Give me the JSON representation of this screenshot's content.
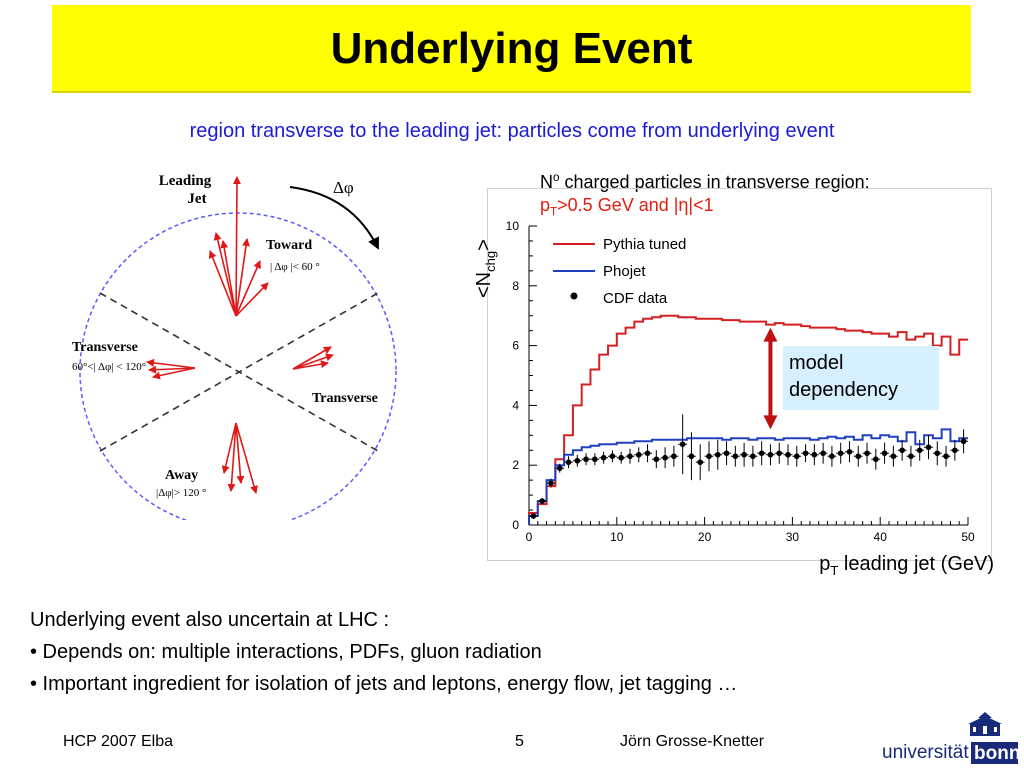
{
  "slide": {
    "title": "Underlying Event",
    "subtitle": "region transverse to the leading jet: particles come from underlying event",
    "bullets_intro": "Underlying event also uncertain at LHC :",
    "bullets": [
      "• Depends on: multiple interactions, PDFs, gluon radiation",
      "• Important ingredient for isolation of jets and leptons, energy flow, jet tagging …"
    ],
    "footer_left": "HCP 2007 Elba",
    "footer_page": "5",
    "footer_author": "Jörn Grosse-Knetter",
    "logo_text_1": "universität",
    "logo_text_2": "bonn"
  },
  "diagram": {
    "leading_jet_line1": "Leading",
    "leading_jet_line2": "Jet",
    "dphi": "Δφ",
    "toward": "Toward",
    "toward_cut": "| Δφ |< 60 °",
    "transverse_left": "Transverse",
    "transverse_left_cut": "60°<| Δφ| < 120°",
    "transverse_right": "Transverse",
    "away": "Away",
    "away_cut": "|Δφ|> 120 °"
  },
  "plot": {
    "title_prefix": "N",
    "title_sup": "o",
    "title_rest": " charged particles in transverse region:",
    "cut_a": "p",
    "cut_sub": "T",
    "cut_b": ">0.5 GeV and |η|<1",
    "ylabel_a": "<N",
    "ylabel_sub": "chg",
    "ylabel_b": ">",
    "xlabel_a": "p",
    "xlabel_sub": "T",
    "xlabel_b": " leading jet (GeV)",
    "annotation": "model dependency"
  },
  "chart_data": {
    "type": "line",
    "xlabel": "pT leading jet (GeV)",
    "ylabel": "<Nchg>",
    "xlim": [
      0,
      50
    ],
    "ylim": [
      0,
      10
    ],
    "xticks": [
      0,
      10,
      20,
      30,
      40,
      50
    ],
    "yticks": [
      0,
      2,
      4,
      6,
      8,
      10
    ],
    "legend": "top-left",
    "bin_width": 1,
    "series": [
      {
        "name": "Pythia tuned",
        "kind": "histogram",
        "color": "#d42020",
        "values": [
          0.4,
          0.7,
          1.3,
          2.2,
          3.0,
          4.0,
          4.7,
          5.2,
          5.7,
          6.0,
          6.4,
          6.6,
          6.8,
          6.9,
          6.95,
          7.0,
          7.0,
          6.95,
          6.95,
          6.9,
          6.9,
          6.9,
          6.85,
          6.85,
          6.8,
          6.8,
          6.8,
          6.7,
          6.75,
          6.7,
          6.7,
          6.65,
          6.6,
          6.6,
          6.6,
          6.55,
          6.5,
          6.5,
          6.45,
          6.4,
          6.4,
          6.3,
          6.45,
          6.2,
          6.3,
          6.4,
          6.0,
          6.3,
          5.7,
          6.2
        ]
      },
      {
        "name": "Phojet",
        "kind": "histogram",
        "color": "#2040c0",
        "values": [
          0.3,
          0.8,
          1.5,
          2.0,
          2.35,
          2.5,
          2.6,
          2.65,
          2.7,
          2.7,
          2.75,
          2.75,
          2.8,
          2.8,
          2.85,
          2.85,
          2.85,
          2.85,
          2.9,
          2.9,
          2.9,
          2.9,
          2.85,
          2.9,
          2.9,
          2.85,
          2.9,
          2.9,
          2.85,
          2.9,
          2.9,
          2.9,
          2.85,
          2.9,
          2.95,
          2.9,
          2.95,
          2.85,
          3.0,
          2.9,
          3.0,
          2.95,
          2.8,
          3.1,
          2.7,
          3.0,
          2.9,
          3.2,
          2.8,
          2.9
        ]
      },
      {
        "name": "CDF data",
        "kind": "points",
        "color": "#000000",
        "x": [
          0.5,
          1.5,
          2.5,
          3.5,
          4.5,
          5.5,
          6.5,
          7.5,
          8.5,
          9.5,
          10.5,
          11.5,
          12.5,
          13.5,
          14.5,
          15.5,
          16.5,
          17.5,
          18.5,
          19.5,
          20.5,
          21.5,
          22.5,
          23.5,
          24.5,
          25.5,
          26.5,
          27.5,
          28.5,
          29.5,
          30.5,
          31.5,
          32.5,
          33.5,
          34.5,
          35.5,
          36.5,
          37.5,
          38.5,
          39.5,
          40.5,
          41.5,
          42.5,
          43.5,
          44.5,
          45.5,
          46.5,
          47.5,
          48.5,
          49.5
        ],
        "values": [
          0.3,
          0.8,
          1.4,
          1.9,
          2.1,
          2.15,
          2.2,
          2.2,
          2.25,
          2.3,
          2.25,
          2.3,
          2.35,
          2.4,
          2.2,
          2.25,
          2.3,
          2.7,
          2.3,
          2.1,
          2.3,
          2.35,
          2.4,
          2.3,
          2.35,
          2.3,
          2.4,
          2.35,
          2.4,
          2.35,
          2.3,
          2.4,
          2.35,
          2.4,
          2.3,
          2.4,
          2.45,
          2.3,
          2.4,
          2.2,
          2.4,
          2.3,
          2.5,
          2.3,
          2.5,
          2.6,
          2.4,
          2.3,
          2.5,
          2.8
        ],
        "err": [
          0.1,
          0.1,
          0.15,
          0.15,
          0.2,
          0.2,
          0.2,
          0.2,
          0.2,
          0.2,
          0.2,
          0.25,
          0.25,
          0.3,
          0.3,
          0.35,
          0.35,
          1.0,
          0.8,
          0.6,
          0.5,
          0.5,
          0.4,
          0.35,
          0.4,
          0.35,
          0.4,
          0.35,
          0.35,
          0.35,
          0.35,
          0.3,
          0.35,
          0.35,
          0.35,
          0.35,
          0.35,
          0.35,
          0.35,
          0.35,
          0.35,
          0.35,
          0.35,
          0.35,
          0.35,
          0.4,
          0.4,
          0.35,
          0.35,
          0.4
        ]
      }
    ]
  }
}
